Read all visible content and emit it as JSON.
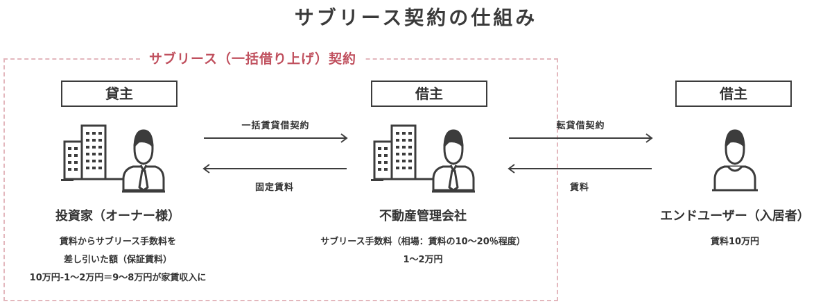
{
  "title": "サブリース契約の仕組み",
  "contract_label": "サブリース（一括借り上げ）契約",
  "parties": {
    "lessor": {
      "role": "貸主",
      "name": "投資家（オーナー様）",
      "desc": [
        "賃料からサブリース手数料を",
        "差し引いた額（保証賃料）",
        "10万円-1～2万円＝9～8万円が家賃収入に"
      ]
    },
    "sublessor": {
      "role": "借主",
      "name": "不動産管理会社",
      "desc": [
        "サブリース手数料（相場：賃料の10～20％程度）",
        "1～2万円"
      ]
    },
    "tenant": {
      "role": "借主",
      "name": "エンドユーザー（入居者）",
      "desc": [
        "賃料10万円"
      ]
    }
  },
  "arrows": {
    "master_lease": "一括賃貸借契約",
    "fixed_rent": "固定賃料",
    "sublease": "転貸借契約",
    "rent": "賃料"
  },
  "icons": {
    "owner": "building-person-icon",
    "manager": "building-person-icon",
    "tenant": "person-icon"
  },
  "colors": {
    "accent": "#c0505e",
    "dashed_border": "#e3b7bd",
    "line": "#3c3c3c"
  }
}
